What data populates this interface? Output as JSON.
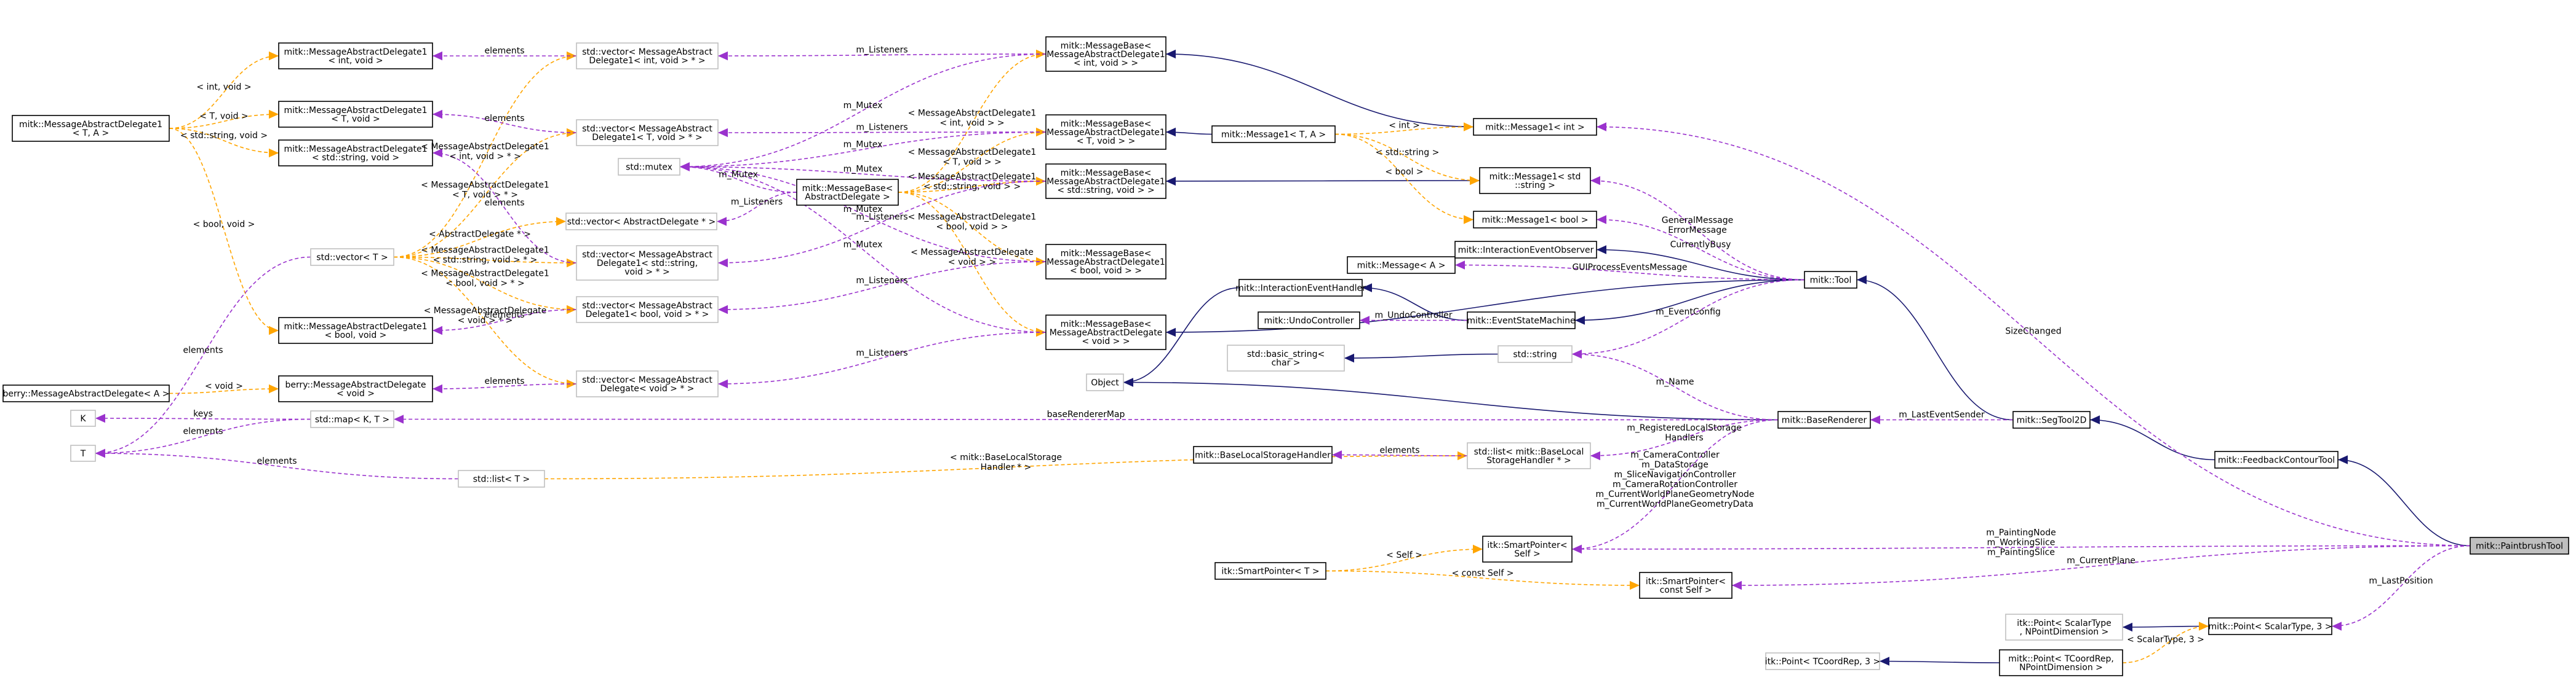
{
  "title": "",
  "colors": {
    "inheritance": "#191970",
    "usage": "#9a32cd",
    "template": "#ffa500",
    "node_border_documented": "#000000",
    "node_border_undocumented": "#bfbfbf",
    "highlight_fill": "#bfbfbf"
  },
  "nodes": [
    {
      "id": "mad_int",
      "lines": [
        "mitk::MessageAbstractDelegate1",
        "< int, void >"
      ]
    },
    {
      "id": "mad_T",
      "lines": [
        "mitk::MessageAbstractDelegate1",
        "< T, A >"
      ]
    },
    {
      "id": "mad_Tvoid",
      "lines": [
        "mitk::MessageAbstractDelegate1",
        "< T, void >"
      ]
    },
    {
      "id": "mad_str",
      "lines": [
        "mitk::MessageAbstractDelegate1",
        "< std::string, void >"
      ]
    },
    {
      "id": "mad_bool",
      "lines": [
        "mitk::MessageAbstractDelegate1",
        "< bool, void >"
      ]
    },
    {
      "id": "berry_mad",
      "lines": [
        "berry::MessageAbstractDelegate< A >"
      ]
    },
    {
      "id": "berry_mad_void",
      "lines": [
        "berry::MessageAbstractDelegate",
        "< void >"
      ]
    },
    {
      "id": "K",
      "lines": [
        "K"
      ]
    },
    {
      "id": "Tn",
      "lines": [
        "T"
      ]
    },
    {
      "id": "vec_T",
      "lines": [
        "std::vector< T >"
      ]
    },
    {
      "id": "vec_int",
      "lines": [
        "std::vector< MessageAbstract",
        "Delegate1< int, void > * >"
      ]
    },
    {
      "id": "vec_Tvoid",
      "lines": [
        "std::vector< MessageAbstract",
        "Delegate1< T, void > * >"
      ]
    },
    {
      "id": "vec_str",
      "lines": [
        "std::vector< MessageAbstract",
        "Delegate1< std::string,",
        "void > * >"
      ]
    },
    {
      "id": "vec_bool",
      "lines": [
        "std::vector< MessageAbstract",
        "Delegate1< bool, void > * >"
      ]
    },
    {
      "id": "vec_void",
      "lines": [
        "std::vector< MessageAbstract",
        "Delegate< void > * >"
      ]
    },
    {
      "id": "vec_ad",
      "lines": [
        "std::vector< AbstractDelegate * >"
      ]
    },
    {
      "id": "map_KT",
      "lines": [
        "std::map< K, T >"
      ]
    },
    {
      "id": "list_T",
      "lines": [
        "std::list< T >"
      ]
    },
    {
      "id": "mutex",
      "lines": [
        "std::mutex"
      ]
    },
    {
      "id": "mb_ad",
      "lines": [
        "mitk::MessageBase<",
        "AbstractDelegate >"
      ]
    },
    {
      "id": "mb_int",
      "lines": [
        "mitk::MessageBase<",
        "MessageAbstractDelegate1",
        "< int, void > >"
      ]
    },
    {
      "id": "mb_Tvoid",
      "lines": [
        "mitk::MessageBase<",
        "MessageAbstractDelegate1",
        "< T, void > >"
      ]
    },
    {
      "id": "mb_str",
      "lines": [
        "mitk::MessageBase<",
        "MessageAbstractDelegate1",
        "< std::string, void > >"
      ]
    },
    {
      "id": "mb_bool",
      "lines": [
        "mitk::MessageBase<",
        "MessageAbstractDelegate1",
        "< bool, void > >"
      ]
    },
    {
      "id": "mb_void",
      "lines": [
        "mitk::MessageBase<",
        "MessageAbstractDelegate",
        "< void > >"
      ]
    },
    {
      "id": "object",
      "lines": [
        "Object"
      ]
    },
    {
      "id": "m1_TA",
      "lines": [
        "mitk::Message1< T, A >"
      ]
    },
    {
      "id": "m1_int",
      "lines": [
        "mitk::Message1< int >"
      ]
    },
    {
      "id": "m1_str",
      "lines": [
        "mitk::Message1< std",
        "::string >"
      ]
    },
    {
      "id": "m1_bool",
      "lines": [
        "mitk::Message1< bool >"
      ]
    },
    {
      "id": "msg_A",
      "lines": [
        "mitk::Message< A >"
      ]
    },
    {
      "id": "ieh",
      "lines": [
        "mitk::InteractionEventHandler"
      ]
    },
    {
      "id": "ieo",
      "lines": [
        "mitk::InteractionEventObserver"
      ]
    },
    {
      "id": "undo",
      "lines": [
        "mitk::UndoController"
      ]
    },
    {
      "id": "esm",
      "lines": [
        "mitk::EventStateMachine"
      ]
    },
    {
      "id": "basic_string",
      "lines": [
        "std::basic_string<",
        "char >"
      ]
    },
    {
      "id": "string",
      "lines": [
        "std::string"
      ]
    },
    {
      "id": "blsh",
      "lines": [
        "mitk::BaseLocalStorageHandler"
      ]
    },
    {
      "id": "list_blsh",
      "lines": [
        "std::list< mitk::BaseLocal",
        "StorageHandler * >"
      ]
    },
    {
      "id": "sp_self",
      "lines": [
        "itk::SmartPointer<",
        "Self >"
      ]
    },
    {
      "id": "sp_T",
      "lines": [
        "itk::SmartPointer< T >"
      ]
    },
    {
      "id": "sp_cself",
      "lines": [
        "itk::SmartPointer<",
        "const Self >"
      ]
    },
    {
      "id": "tool",
      "lines": [
        "mitk::Tool"
      ]
    },
    {
      "id": "baserenderer",
      "lines": [
        "mitk::BaseRenderer"
      ]
    },
    {
      "id": "segtool2d",
      "lines": [
        "mitk::SegTool2D"
      ]
    },
    {
      "id": "feedback",
      "lines": [
        "mitk::FeedbackContourTool"
      ]
    },
    {
      "id": "paintbrush",
      "lines": [
        "mitk::PaintbrushTool"
      ]
    },
    {
      "id": "itkpoint",
      "lines": [
        "itk::Point< ScalarType",
        ", NPointDimension >"
      ]
    },
    {
      "id": "mitkpoint_st",
      "lines": [
        "mitk::Point< ScalarType, 3 >"
      ]
    },
    {
      "id": "itkpoint_tc",
      "lines": [
        "itk::Point< TCoordRep, 3 >"
      ]
    },
    {
      "id": "mitkpoint_tc",
      "lines": [
        "mitk::Point< TCoordRep,",
        "NPointDimension >"
      ]
    }
  ],
  "edges": [
    {
      "from": "paintbrush",
      "to": "feedback",
      "kind": "inheritance",
      "label": []
    },
    {
      "from": "feedback",
      "to": "segtool2d",
      "kind": "inheritance",
      "label": []
    },
    {
      "from": "segtool2d",
      "to": "tool",
      "kind": "inheritance",
      "label": []
    },
    {
      "from": "tool",
      "to": "ieo",
      "kind": "inheritance",
      "label": []
    },
    {
      "from": "tool",
      "to": "esm",
      "kind": "inheritance",
      "label": []
    },
    {
      "from": "esm",
      "to": "ieh",
      "kind": "inheritance",
      "label": []
    },
    {
      "from": "ieh",
      "to": "object",
      "kind": "inheritance",
      "label": []
    },
    {
      "from": "baserenderer",
      "to": "object",
      "kind": "inheritance",
      "label": []
    },
    {
      "from": "string",
      "to": "basic_string",
      "kind": "inheritance",
      "label": []
    },
    {
      "from": "m1_int",
      "to": "mb_int",
      "kind": "inheritance",
      "label": []
    },
    {
      "from": "m1_TA",
      "to": "mb_Tvoid",
      "kind": "inheritance",
      "label": []
    },
    {
      "from": "m1_str",
      "to": "mb_str",
      "kind": "inheritance",
      "label": []
    },
    {
      "from": "tool",
      "to": "mb_void",
      "kind": "inheritance",
      "label": []
    },
    {
      "from": "mitkpoint_st",
      "to": "itkpoint",
      "kind": "inheritance",
      "label": []
    },
    {
      "from": "mitkpoint_tc",
      "to": "itkpoint_tc",
      "kind": "inheritance",
      "label": []
    },
    {
      "from": "m1_TA",
      "to": "m1_int",
      "kind": "template",
      "label": [
        "< int >"
      ]
    },
    {
      "from": "m1_TA",
      "to": "m1_str",
      "kind": "template",
      "label": [
        "< std::string >"
      ]
    },
    {
      "from": "m1_TA",
      "to": "m1_bool",
      "kind": "template",
      "label": [
        "< bool >"
      ]
    },
    {
      "from": "mad_T",
      "to": "mad_int",
      "kind": "template",
      "label": [
        "< int, void >"
      ]
    },
    {
      "from": "mad_T",
      "to": "mad_Tvoid",
      "kind": "template",
      "label": [
        "< T, void >"
      ]
    },
    {
      "from": "mad_T",
      "to": "mad_str",
      "kind": "template",
      "label": [
        "< std::string, void >"
      ]
    },
    {
      "from": "mad_T",
      "to": "mad_bool",
      "kind": "template",
      "label": [
        "< bool, void >"
      ]
    },
    {
      "from": "berry_mad",
      "to": "berry_mad_void",
      "kind": "template",
      "label": [
        "< void >"
      ]
    },
    {
      "from": "vec_T",
      "to": "vec_int",
      "kind": "template",
      "label": [
        "< MessageAbstractDelegate1",
        "< int, void > * >"
      ]
    },
    {
      "from": "vec_T",
      "to": "vec_Tvoid",
      "kind": "template",
      "label": [
        "< MessageAbstractDelegate1",
        "< T, void > * >"
      ]
    },
    {
      "from": "vec_T",
      "to": "vec_ad",
      "kind": "template",
      "label": [
        "< AbstractDelegate * >"
      ]
    },
    {
      "from": "vec_T",
      "to": "vec_str",
      "kind": "template",
      "label": [
        "< MessageAbstractDelegate1",
        "< std::string, void > * >"
      ]
    },
    {
      "from": "vec_T",
      "to": "vec_bool",
      "kind": "template",
      "label": [
        "< MessageAbstractDelegate1",
        "< bool, void > * >"
      ]
    },
    {
      "from": "vec_T",
      "to": "vec_void",
      "kind": "template",
      "label": [
        "< MessageAbstractDelegate",
        "< void > * >"
      ]
    },
    {
      "from": "mb_ad",
      "to": "mb_int",
      "kind": "template",
      "label": [
        "< MessageAbstractDelegate1",
        "< int, void > >"
      ]
    },
    {
      "from": "mb_ad",
      "to": "mb_Tvoid",
      "kind": "template",
      "label": [
        "< MessageAbstractDelegate1",
        "< T, void > >"
      ]
    },
    {
      "from": "mb_ad",
      "to": "mb_str",
      "kind": "template",
      "label": [
        "< MessageAbstractDelegate1",
        "< std::string, void > >"
      ]
    },
    {
      "from": "mb_ad",
      "to": "mb_bool",
      "kind": "template",
      "label": [
        "< MessageAbstractDelegate1",
        "< bool, void > >"
      ]
    },
    {
      "from": "mb_ad",
      "to": "mb_void",
      "kind": "template",
      "label": [
        "< MessageAbstractDelegate",
        "< void > >"
      ]
    },
    {
      "from": "list_T",
      "to": "list_blsh",
      "kind": "template",
      "label": [
        "< mitk::BaseLocalStorage",
        "Handler * >"
      ]
    },
    {
      "from": "sp_T",
      "to": "sp_self",
      "kind": "template",
      "label": [
        "< Self >"
      ]
    },
    {
      "from": "sp_T",
      "to": "sp_cself",
      "kind": "template",
      "label": [
        "< const Self >"
      ]
    },
    {
      "from": "mitkpoint_tc",
      "to": "mitkpoint_st",
      "kind": "template",
      "label": [
        "< ScalarType, 3 >"
      ]
    },
    {
      "from": "vec_int",
      "to": "mad_int",
      "kind": "usage",
      "label": [
        "elements"
      ]
    },
    {
      "from": "vec_Tvoid",
      "to": "mad_Tvoid",
      "kind": "usage",
      "label": [
        "elements"
      ]
    },
    {
      "from": "vec_str",
      "to": "mad_str",
      "kind": "usage",
      "label": [
        "elements"
      ]
    },
    {
      "from": "vec_bool",
      "to": "mad_bool",
      "kind": "usage",
      "label": [
        "elements"
      ]
    },
    {
      "from": "vec_void",
      "to": "berry_mad_void",
      "kind": "usage",
      "label": [
        "elements"
      ]
    },
    {
      "from": "vec_T",
      "to": "Tn",
      "kind": "usage",
      "label": [
        "elements"
      ]
    },
    {
      "from": "map_KT",
      "to": "K",
      "kind": "usage",
      "label": [
        "keys"
      ]
    },
    {
      "from": "map_KT",
      "to": "Tn",
      "kind": "usage",
      "label": [
        "elements"
      ]
    },
    {
      "from": "list_T",
      "to": "Tn",
      "kind": "usage",
      "label": [
        "elements"
      ]
    },
    {
      "from": "mb_ad",
      "to": "vec_ad",
      "kind": "usage",
      "label": [
        "m_Listeners"
      ]
    },
    {
      "from": "mb_ad",
      "to": "mutex",
      "kind": "usage",
      "label": [
        "m_Mutex"
      ]
    },
    {
      "from": "mb_int",
      "to": "vec_int",
      "kind": "usage",
      "label": [
        "m_Listeners"
      ]
    },
    {
      "from": "mb_int",
      "to": "mutex",
      "kind": "usage",
      "label": [
        "m_Mutex"
      ]
    },
    {
      "from": "mb_Tvoid",
      "to": "vec_Tvoid",
      "kind": "usage",
      "label": [
        "m_Listeners"
      ]
    },
    {
      "from": "mb_Tvoid",
      "to": "mutex",
      "kind": "usage",
      "label": [
        "m_Mutex"
      ]
    },
    {
      "from": "mb_str",
      "to": "vec_str",
      "kind": "usage",
      "label": [
        "m_Listeners"
      ]
    },
    {
      "from": "mb_str",
      "to": "mutex",
      "kind": "usage",
      "label": [
        "m_Mutex"
      ]
    },
    {
      "from": "mb_bool",
      "to": "vec_bool",
      "kind": "usage",
      "label": [
        "m_Listeners"
      ]
    },
    {
      "from": "mb_bool",
      "to": "mutex",
      "kind": "usage",
      "label": [
        "m_Mutex"
      ]
    },
    {
      "from": "mb_void",
      "to": "vec_void",
      "kind": "usage",
      "label": [
        "m_Listeners"
      ]
    },
    {
      "from": "mb_void",
      "to": "mutex",
      "kind": "usage",
      "label": [
        "m_Mutex"
      ]
    },
    {
      "from": "tool",
      "to": "m1_str",
      "kind": "usage",
      "label": [
        "GeneralMessage",
        "ErrorMessage"
      ]
    },
    {
      "from": "tool",
      "to": "m1_bool",
      "kind": "usage",
      "label": [
        "CurrentlyBusy"
      ]
    },
    {
      "from": "tool",
      "to": "msg_A",
      "kind": "usage",
      "label": [
        "GUIProcessEventsMessage"
      ]
    },
    {
      "from": "tool",
      "to": "string",
      "kind": "usage",
      "label": [
        "m_EventConfig"
      ]
    },
    {
      "from": "esm",
      "to": "undo",
      "kind": "usage",
      "label": [
        "m_UndoController"
      ]
    },
    {
      "from": "baserenderer",
      "to": "string",
      "kind": "usage",
      "label": [
        "m_Name"
      ]
    },
    {
      "from": "baserenderer",
      "to": "list_blsh",
      "kind": "usage",
      "label": [
        "m_RegisteredLocalStorage",
        "Handlers"
      ]
    },
    {
      "from": "baserenderer",
      "to": "sp_self",
      "kind": "usage",
      "label": [
        "m_CameraController",
        "m_DataStorage",
        "m_SliceNavigationController",
        "m_CameraRotationController",
        "m_CurrentWorldPlaneGeometryNode",
        "m_CurrentWorldPlaneGeometryData"
      ]
    },
    {
      "from": "baserenderer",
      "to": "map_KT",
      "kind": "usage",
      "label": [
        "baseRendererMap"
      ]
    },
    {
      "from": "list_blsh",
      "to": "blsh",
      "kind": "usage",
      "label": [
        "elements"
      ]
    },
    {
      "from": "segtool2d",
      "to": "baserenderer",
      "kind": "usage",
      "label": [
        "m_LastEventSender"
      ]
    },
    {
      "from": "paintbrush",
      "to": "m1_int",
      "kind": "usage",
      "label": [
        "SizeChanged"
      ]
    },
    {
      "from": "paintbrush",
      "to": "sp_self",
      "kind": "usage",
      "label": [
        "m_PaintingNode",
        "m_WorkingSlice",
        "m_PaintingSlice"
      ]
    },
    {
      "from": "paintbrush",
      "to": "sp_cself",
      "kind": "usage",
      "label": [
        "m_CurrentPlane"
      ]
    },
    {
      "from": "paintbrush",
      "to": "mitkpoint_st",
      "kind": "usage",
      "label": [
        "m_LastPosition"
      ]
    }
  ]
}
